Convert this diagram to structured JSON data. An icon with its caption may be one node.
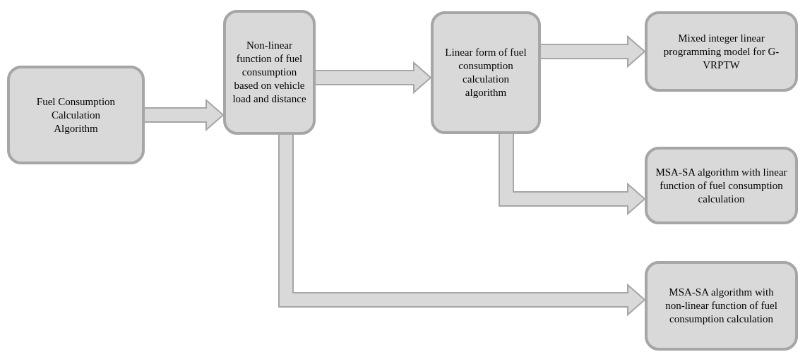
{
  "diagram": {
    "nodes": [
      {
        "text": [
          "Fuel Consumption Calculation Algorithm"
        ]
      },
      {
        "text": [
          "Non-linear function of fuel consumption based on vehicle load and distance"
        ]
      },
      {
        "text": [
          "Linear form of fuel consumption calculation algorithm"
        ]
      },
      {
        "text": [
          "Mixed integer linear programming model for G-VRPTW"
        ]
      },
      {
        "text": [
          "MSA-SA algorithm with linear function of fuel consumption calculation"
        ]
      },
      {
        "text": [
          "MSA-SA algorithm with non-linear function of fuel consumption calculation"
        ]
      }
    ],
    "edges": [
      {
        "from": 0,
        "to": 1,
        "arrow": "to"
      },
      {
        "from": 1,
        "to": 2,
        "arrow": "to"
      },
      {
        "from": 2,
        "to": 3,
        "arrow": "to"
      },
      {
        "from": 2,
        "to": 4,
        "arrow": "to"
      },
      {
        "from": 1,
        "to": 5,
        "arrow": "to"
      }
    ]
  }
}
